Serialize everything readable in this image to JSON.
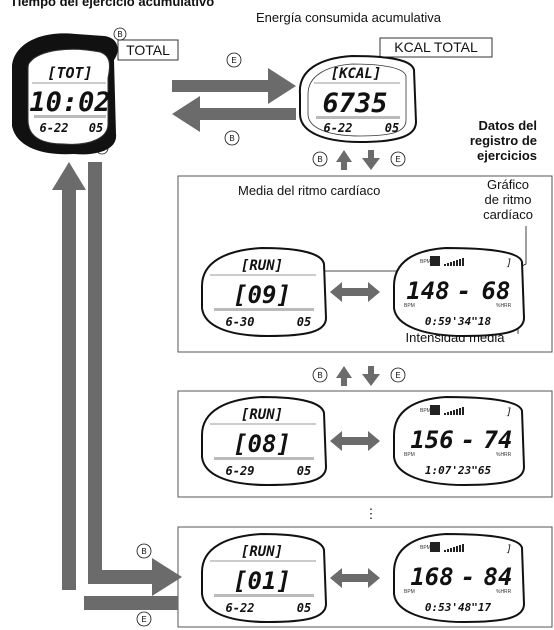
{
  "header": {
    "title": "Tiempo del ejercicio acumulativo",
    "energy_caption": "Energía consumida acumulativa"
  },
  "labels": {
    "total_box": "TOTAL",
    "kcal_box": "KCAL TOTAL",
    "datos": [
      "Datos del",
      "registro de",
      "ejercicios"
    ],
    "media_ritmo": "Media del ritmo cardíaco",
    "grafico": [
      "Gráfico",
      "de ritmo",
      "cardíaco"
    ],
    "intensidad": "Intensidad media",
    "ellipsis": "⋮"
  },
  "buttons": {
    "b": "B",
    "e": "E"
  },
  "watches": {
    "total": {
      "mode": "[TOT]",
      "main": "10:02",
      "date": "6-22",
      "num": "05"
    },
    "kcal": {
      "mode": "[KCAL]",
      "main": "6735",
      "date": "6-22",
      "num": "05"
    }
  },
  "records": [
    {
      "mode": "[RUN]",
      "index": "[09]",
      "date": "6-30",
      "num": "05",
      "hr": "148",
      "intensity": "68",
      "time": "0:59'34\"18"
    },
    {
      "mode": "[RUN]",
      "index": "[08]",
      "date": "6-29",
      "num": "05",
      "hr": "156",
      "intensity": "74",
      "time": "1:07'23\"65"
    },
    {
      "mode": "[RUN]",
      "index": "[01]",
      "date": "6-22",
      "num": "05",
      "hr": "168",
      "intensity": "84",
      "time": "0:53'48\"17"
    }
  ],
  "small_labels": {
    "bpm": "BPM",
    "pct": "%HRR"
  },
  "colors": {
    "arrow": "#6b6b6b",
    "border": "#555555",
    "ink": "#111111"
  }
}
